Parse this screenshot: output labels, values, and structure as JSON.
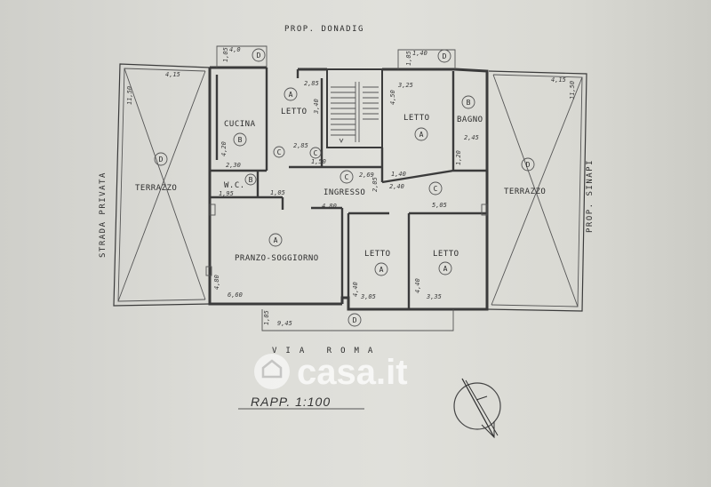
{
  "labels": {
    "neighbor_top": "PROP. DONADIG",
    "neighbor_right": "PROP. SINAPI",
    "street_left": "STRADA PRIVATA",
    "street_bottom": "VIA ROMA",
    "scale": "RAPP. 1:100",
    "watermark": "casa.it"
  },
  "rooms": {
    "terrazzo_left": "TERRAZZO",
    "terrazzo_right": "TERRAZZO",
    "cucina": "CUCINA",
    "letto_tl": "LETTO",
    "wc": "W.C.",
    "ingresso": "INGRESSO",
    "letto_tr": "LETTO",
    "bagno": "BAGNO",
    "pranzo": "PRANZO-SOGGIORNO",
    "letto_bm": "LETTO",
    "letto_br": "LETTO"
  },
  "codes": {
    "A": "A",
    "B": "B",
    "C": "C",
    "D": "D"
  },
  "dims": {
    "d1": "4,15",
    "d2": "11,50",
    "d3": "4,15",
    "d4": "11,50",
    "d5": "2,85",
    "d6": "3,40",
    "d7": "4,20",
    "d8": "2,30",
    "d9": "2,85",
    "d10": "1,50",
    "d11": "1,95",
    "d12": "1,05",
    "d13": "2,69",
    "d14": "2,05",
    "d15": "4,80",
    "d16": "3,25",
    "d17": "4,50",
    "d18": "2,45",
    "d19": "1,40",
    "d20": "2,40",
    "d21": "5,05",
    "d22": "4,80",
    "d23": "6,60",
    "d24": "4,40",
    "d25": "3,05",
    "d26": "4,40",
    "d27": "3,35",
    "d28": "9,45",
    "d29": "1,05",
    "d30": "1,05",
    "d31": "4,0",
    "d32": "1,40",
    "d33": "1,05",
    "d34": "1,20"
  }
}
